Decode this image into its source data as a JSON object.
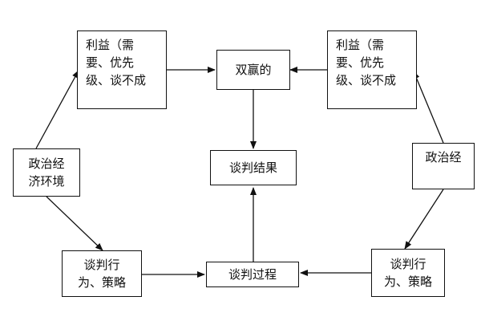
{
  "nodes": {
    "interests_left": {
      "lines": [
        "利益（需",
        "要、优先",
        "级、谈不成"
      ]
    },
    "interests_right": {
      "lines": [
        "利益（需",
        "要、优先",
        "级、谈不成"
      ]
    },
    "win_win": {
      "lines": [
        "双赢的"
      ]
    },
    "political_left": {
      "lines": [
        "政治经",
        "济环境"
      ]
    },
    "political_right": {
      "lines": [
        "政治经"
      ]
    },
    "outcome": {
      "lines": [
        "谈判结果"
      ]
    },
    "behavior_left": {
      "lines": [
        "谈判行",
        "为、策略"
      ]
    },
    "behavior_right": {
      "lines": [
        "谈判行",
        "为、策略"
      ]
    },
    "process": {
      "lines": [
        "谈判过程"
      ]
    }
  },
  "colors": {
    "line": "#111111",
    "background": "#ffffff"
  }
}
